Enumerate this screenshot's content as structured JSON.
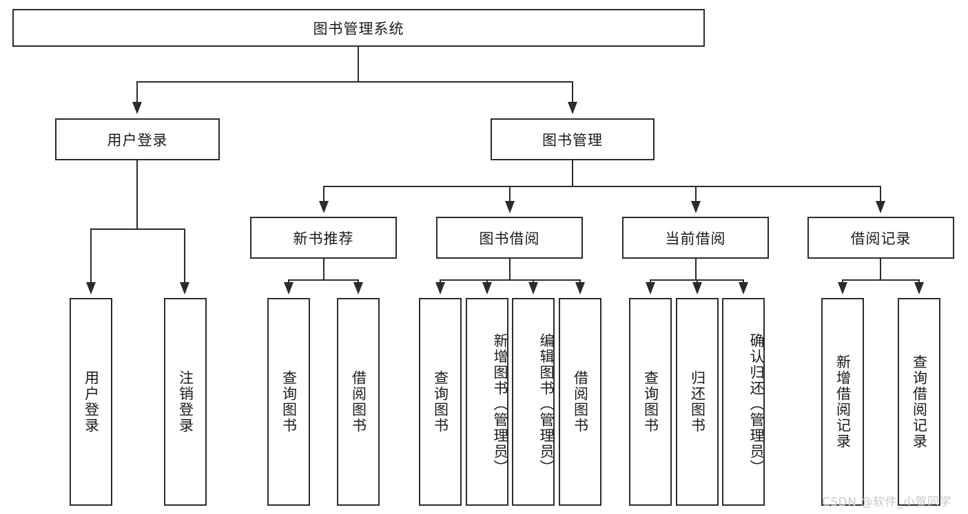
{
  "diagram": {
    "title": "图书管理系统",
    "type": "tree-hierarchy",
    "root": {
      "label": "图书管理系统"
    },
    "level2": [
      {
        "label": "用户登录"
      },
      {
        "label": "图书管理"
      }
    ],
    "level3": [
      {
        "label": "新书推荐"
      },
      {
        "label": "图书借阅"
      },
      {
        "label": "当前借阅"
      },
      {
        "label": "借阅记录"
      }
    ],
    "leaves": {
      "user_login": [
        {
          "label": "用户登录"
        },
        {
          "label": "注销登录"
        }
      ],
      "new_book_recommend": [
        {
          "label": "查询图书"
        },
        {
          "label": "借阅图书"
        }
      ],
      "book_borrow": [
        {
          "label": "查询图书"
        },
        {
          "label": "新增图书（管理员）"
        },
        {
          "label": "编辑图书（管理员）"
        },
        {
          "label": "借阅图书"
        }
      ],
      "current_borrow": [
        {
          "label": "查询图书"
        },
        {
          "label": "归还图书"
        },
        {
          "label": "确认归还（管理员）"
        }
      ],
      "borrow_record": [
        {
          "label": "新增借阅记录"
        },
        {
          "label": "查询借阅记录"
        }
      ]
    }
  },
  "watermark": {
    "text": "CSDN @软件_小贺同学"
  },
  "colors": {
    "stroke": "#2b2b2b",
    "background": "#ffffff",
    "text": "#1a1a1a",
    "watermark": "#c8c8c8"
  }
}
